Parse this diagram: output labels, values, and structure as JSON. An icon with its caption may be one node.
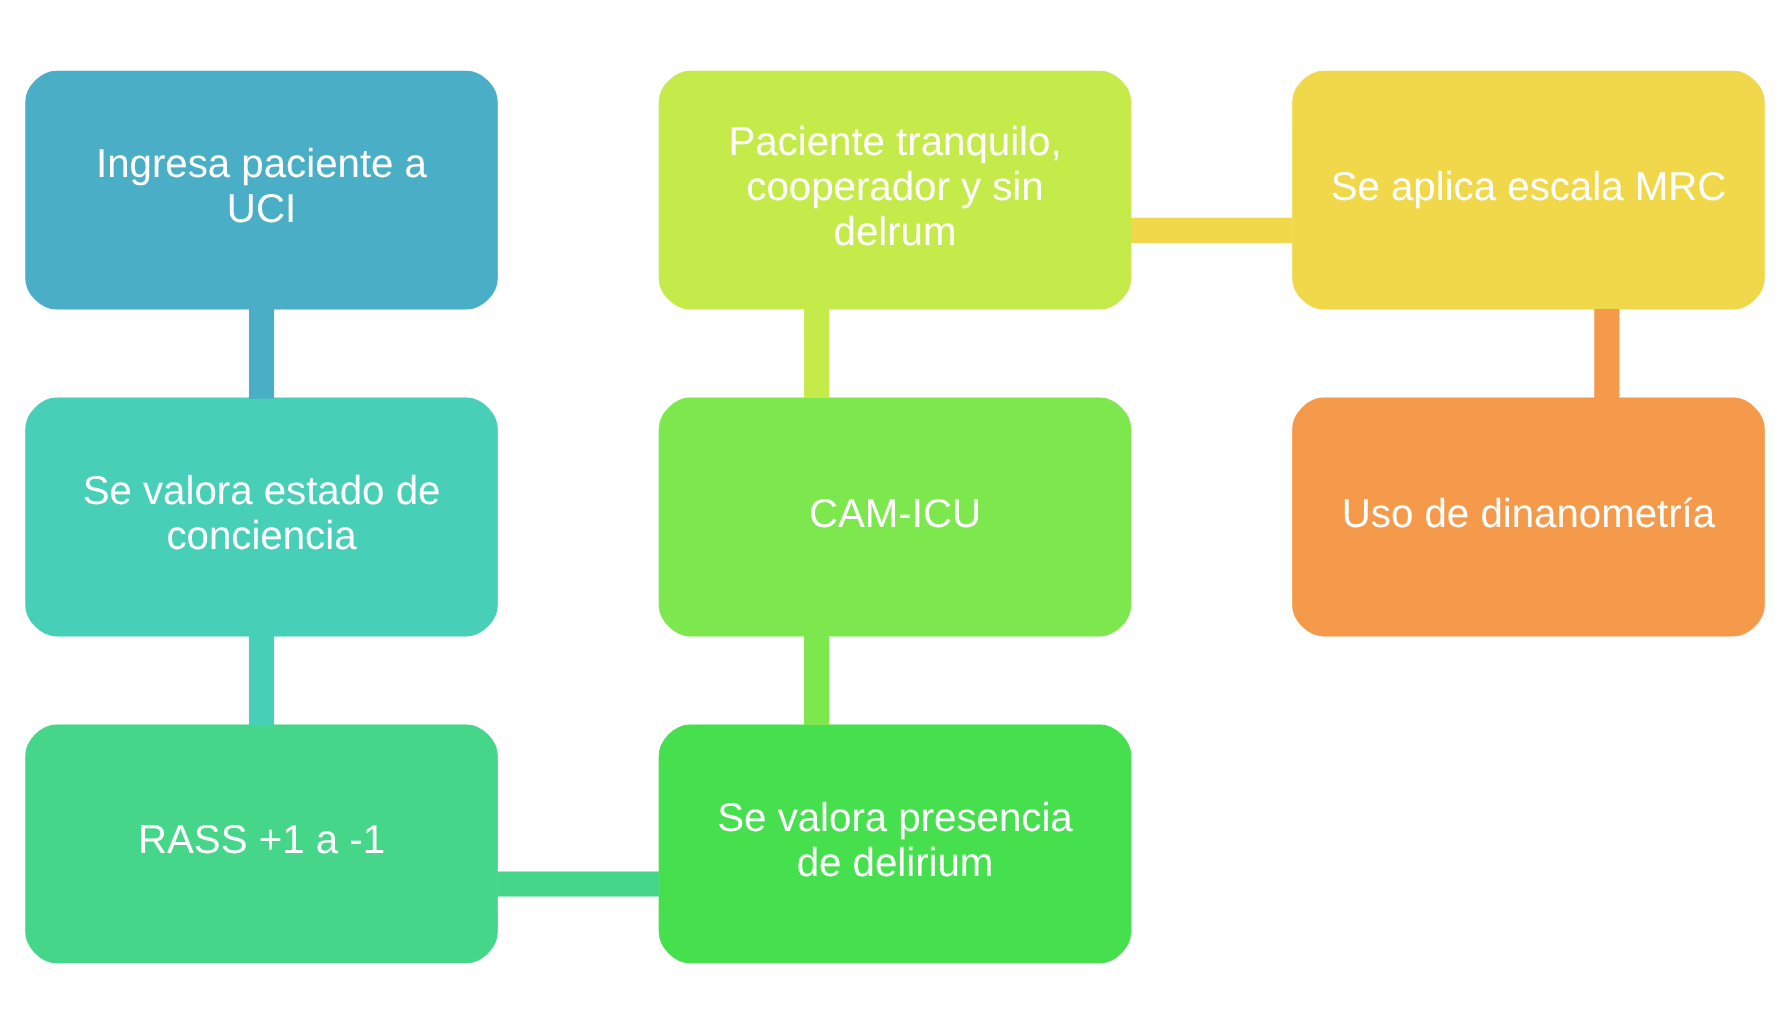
{
  "diagram": {
    "nodes": [
      {
        "text": [
          "Ingresa paciente a UCI"
        ]
      },
      {
        "text": [
          "Se valora estado de conciencia"
        ]
      },
      {
        "text": [
          "RASS +1 a -1"
        ]
      },
      {
        "text": [
          "Se valora presencia de delirium"
        ]
      },
      {
        "text": [
          "CAM-ICU"
        ]
      },
      {
        "text": [
          "Paciente tranquilo, cooperador y sin delrum"
        ]
      },
      {
        "text": [
          "Se aplica escala MRC"
        ]
      },
      {
        "text": [
          "Uso de dinanometría"
        ]
      }
    ],
    "edges": [
      {
        "from": 0,
        "to": 1,
        "arrow": "none",
        "color": "#4aaec6"
      },
      {
        "from": 1,
        "to": 2,
        "arrow": "none",
        "color": "#47cfb7"
      },
      {
        "from": 2,
        "to": 3,
        "arrow": "none",
        "color": "#45d68a"
      },
      {
        "from": 3,
        "to": 4,
        "arrow": "none",
        "color": "#7de84d"
      },
      {
        "from": 4,
        "to": 5,
        "arrow": "none",
        "color": "#c5eb4a"
      },
      {
        "from": 5,
        "to": 6,
        "arrow": "none",
        "color": "#f0d84a"
      },
      {
        "from": 6,
        "to": 7,
        "arrow": "none",
        "color": "#f5994a"
      }
    ]
  }
}
